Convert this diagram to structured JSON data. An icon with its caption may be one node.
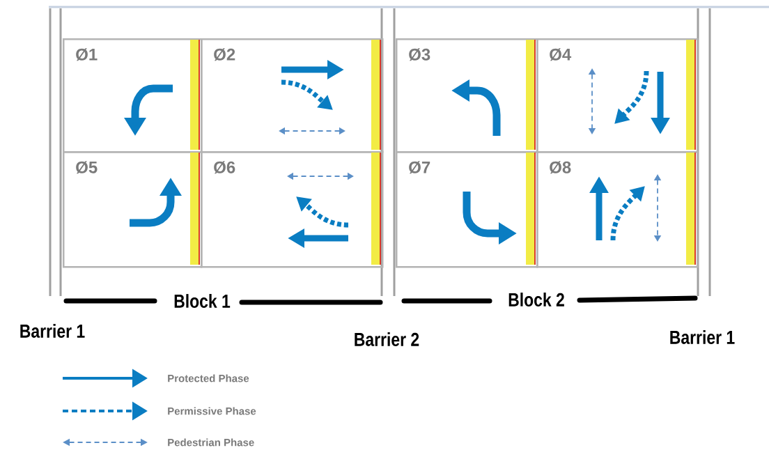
{
  "diagram": {
    "nodes": [
      {
        "text": [
          "Ø1"
        ]
      },
      {
        "text": [
          "Ø2"
        ]
      },
      {
        "text": [
          "Ø3"
        ]
      },
      {
        "text": [
          "Ø4"
        ]
      },
      {
        "text": [
          "Ø5"
        ]
      },
      {
        "text": [
          "Ø6"
        ]
      },
      {
        "text": [
          "Ø7"
        ]
      },
      {
        "text": [
          "Ø8"
        ]
      }
    ],
    "labels": [
      "Block 1",
      "Block 2",
      "Barrier 1",
      "Barrier 2",
      "Barrier 1"
    ],
    "legend": [
      {
        "text": "Protected Phase"
      },
      {
        "text": "Permissive Phase"
      },
      {
        "text": "Pedestrian Phase"
      }
    ]
  }
}
